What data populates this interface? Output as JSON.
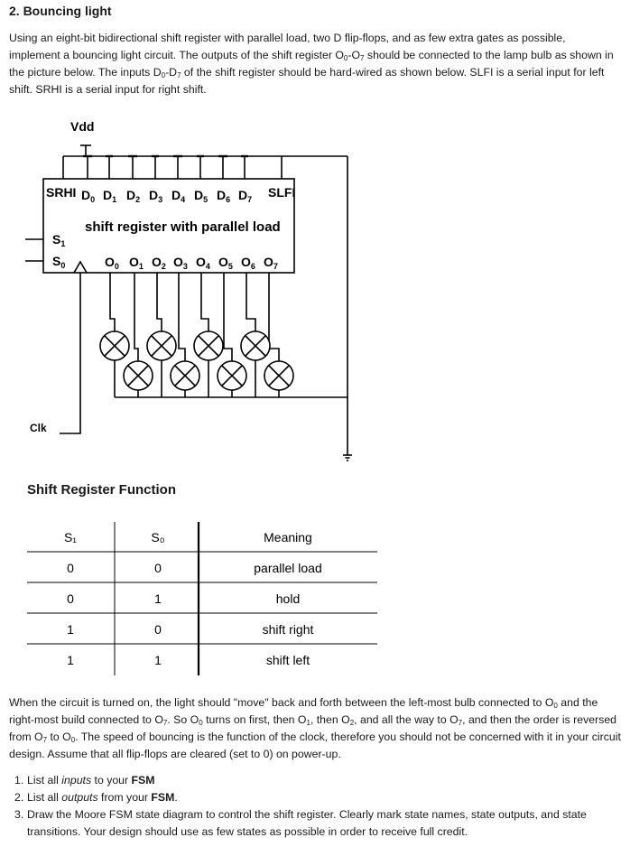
{
  "title": "2. Bouncing light",
  "intro": {
    "p1": "Using an eight-bit bidirectional shift register with parallel load, two D flip-flops, and as few extra gates as possible, implement a bouncing light circuit. The outputs of the shift register O",
    "s0": "0",
    "p2": "-O",
    "s7": "7",
    "p3": " should be connected to the lamp bulb as shown in the picture below. The inputs D",
    "s0b": "0",
    "p4": "-D",
    "s7b": "7",
    "p5": " of the shift register should be hard-wired as shown below. SLFI is a serial input for left shift. SRHI is a serial input for right shift."
  },
  "diagram": {
    "vdd": "Vdd",
    "srhi": "SRHI",
    "slfi": "SLFI",
    "register_label": "shift register with parallel load",
    "s1": "S",
    "s1_sub": "1",
    "s0": "S",
    "s0_sub": "0",
    "clk": "Clk",
    "inputs": [
      "D",
      "D",
      "D",
      "D",
      "D",
      "D",
      "D",
      "D"
    ],
    "outputs": [
      "O",
      "O",
      "O",
      "O",
      "O",
      "O",
      "O",
      "O"
    ],
    "index_subs": [
      "0",
      "1",
      "2",
      "3",
      "4",
      "5",
      "6",
      "7"
    ]
  },
  "table": {
    "title": "Shift Register Function",
    "headers": [
      "S₁",
      "S₀",
      "Meaning"
    ],
    "rows": [
      [
        "0",
        "0",
        "parallel load"
      ],
      [
        "0",
        "1",
        "hold"
      ],
      [
        "1",
        "0",
        "shift right"
      ],
      [
        "1",
        "1",
        "shift left"
      ]
    ]
  },
  "after": {
    "a1": "When the circuit is turned on, the light should \"move\" back and forth between the left-most bulb connected to O",
    "s0": "0",
    "a2": " and the right-most build connected to O",
    "s7": "7",
    "a3": ". So O",
    "s0b": "0",
    "a4": " turns on first, then O",
    "s1": "1",
    "a5": ", then O",
    "s2": "2",
    "a6": ", and all the way to O",
    "s7b": "7",
    "a7": ", and then the order is reversed from O",
    "s7c": "7",
    "a8": " to O",
    "s0c": "0",
    "a9": ". The speed of bouncing is the function of the clock, therefore you should not be concerned with it in your circuit design. Assume that all flip-flops are cleared (set to 0) on power-up."
  },
  "tasks": [
    {
      "num": "1.",
      "pre": "List all ",
      "em": "inputs",
      "mid": " to your ",
      "strong": "FSM",
      "post": ""
    },
    {
      "num": "2.",
      "pre": "List all ",
      "em": "outputs",
      "mid": " from your ",
      "strong": "FSM",
      "post": "."
    },
    {
      "num": "3.",
      "pre": "Draw the Moore FSM state diagram to control the shift register. Clearly mark state names, state outputs, and state transitions. Your design should use as few states as possible in order to receive full credit.",
      "em": "",
      "mid": "",
      "strong": "",
      "post": ""
    }
  ]
}
